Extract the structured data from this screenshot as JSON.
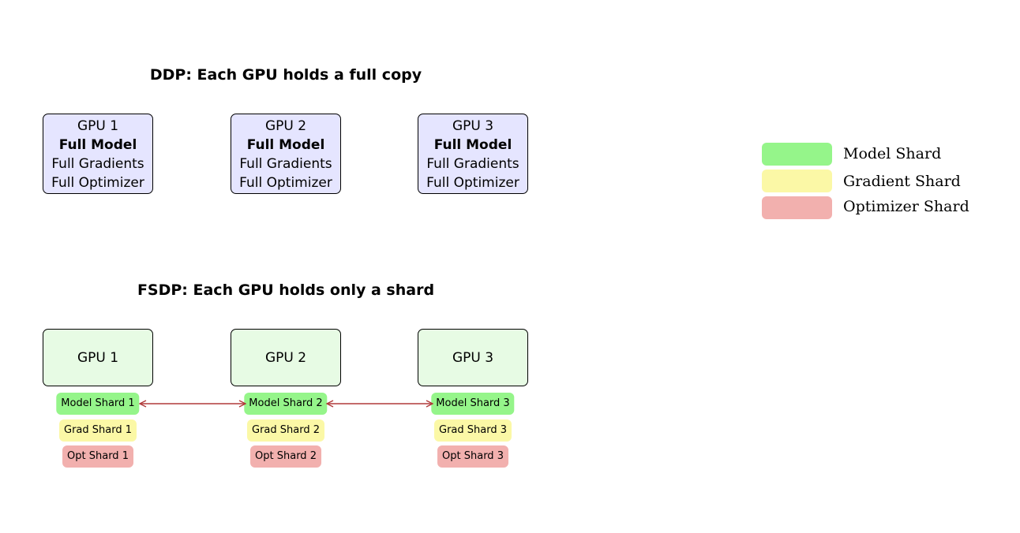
{
  "ddp": {
    "title": "DDP: Each GPU holds a full copy",
    "gpus": [
      {
        "name": "GPU 1",
        "model": "Full Model",
        "gradients": "Full Gradients",
        "optimizer": "Full Optimizer"
      },
      {
        "name": "GPU 2",
        "model": "Full Model",
        "gradients": "Full Gradients",
        "optimizer": "Full Optimizer"
      },
      {
        "name": "GPU 3",
        "model": "Full Model",
        "gradients": "Full Gradients",
        "optimizer": "Full Optimizer"
      }
    ]
  },
  "fsdp": {
    "title": "FSDP: Each GPU holds only a shard",
    "gpus": [
      {
        "name": "GPU 1",
        "model_shard": "Model Shard 1",
        "grad_shard": "Grad Shard 1",
        "opt_shard": "Opt Shard 1"
      },
      {
        "name": "GPU 2",
        "model_shard": "Model Shard 2",
        "grad_shard": "Grad Shard 2",
        "opt_shard": "Opt Shard 2"
      },
      {
        "name": "GPU 3",
        "model_shard": "Model Shard 3",
        "grad_shard": "Grad Shard 3",
        "opt_shard": "Opt Shard 3"
      }
    ]
  },
  "legend": {
    "items": [
      {
        "label": "Model Shard",
        "color": "#95f58a"
      },
      {
        "label": "Gradient Shard",
        "color": "#fbf8a6"
      },
      {
        "label": "Optimizer Shard",
        "color": "#f2b0ae"
      }
    ]
  },
  "colors": {
    "ddp_box": "#e5e5ff",
    "fsdp_box": "#e7fbe4",
    "arrow": "#b03a3a"
  }
}
